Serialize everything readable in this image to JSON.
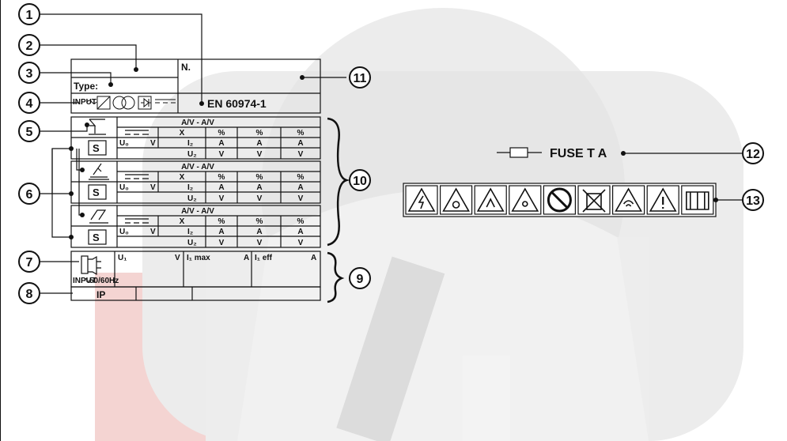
{
  "header": {
    "n_label": "N.",
    "type_label": "Type:",
    "standard": "EN 60974-1"
  },
  "sections": [
    {
      "title": "A/V - A/V",
      "row1": [
        "X",
        "%",
        "%",
        "%"
      ],
      "u0": "U₀",
      "v": "V",
      "i2": "I₂",
      "a": "A",
      "u2": "U₂",
      "s": "S"
    },
    {
      "title": "A/V - A/V",
      "row1": [
        "X",
        "%",
        "%",
        "%"
      ],
      "u0": "U₀",
      "v": "V",
      "i2": "I₂",
      "a": "A",
      "u2": "U₂",
      "s": "S"
    },
    {
      "title": "A/V - A/V",
      "row1": [
        "X",
        "%",
        "%",
        "%"
      ],
      "u0": "U₀",
      "v": "V",
      "i2": "I₂",
      "a": "A",
      "u2": "U₂",
      "s": "S"
    }
  ],
  "input": {
    "u1": "U₁",
    "v": "V",
    "i1max": "I₁ max",
    "a": "A",
    "i1eff": "I₁ eff",
    "a2": "A",
    "freq": "50/60Hz",
    "input_word": "INPUT"
  },
  "ip": {
    "label": "IP"
  },
  "fuse": {
    "label": "FUSE T  A"
  },
  "callouts": [
    "1",
    "2",
    "3",
    "4",
    "5",
    "6",
    "7",
    "8",
    "9",
    "10",
    "11",
    "12",
    "13"
  ],
  "colors": {
    "watermark_red": "#f3d6d4",
    "watermark_gray": "#e7e7e7",
    "ink": "#111111"
  }
}
